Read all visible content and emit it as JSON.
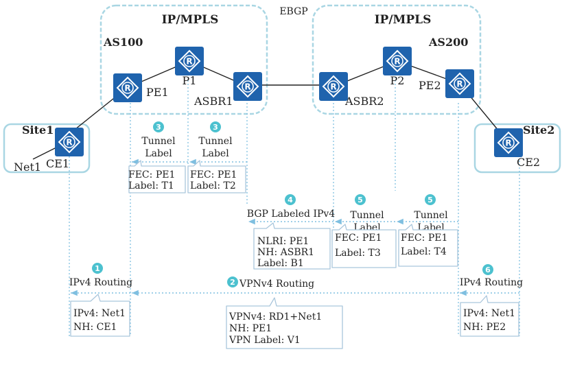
{
  "colors": {
    "router_fill": "#1f63ad",
    "router_mark": "#ffffff",
    "region_border": "#a9d6e3",
    "dotted": "#7fbfe0",
    "badge": "#4cc1cf",
    "box_border": "#a9c6dc"
  },
  "regions": {
    "as100_domain": "IP/MPLS",
    "as100_name": "AS100",
    "as200_domain": "IP/MPLS",
    "as200_name": "AS200",
    "ebgp": "EBGP",
    "site1": "Site1",
    "site2": "Site2"
  },
  "devices": {
    "ce1": "CE1",
    "pe1": "PE1",
    "p1": "P1",
    "asbr1": "ASBR1",
    "asbr2": "ASBR2",
    "p2": "P2",
    "pe2": "PE2",
    "ce2": "CE2",
    "net1": "Net1",
    "icon": "router-icon"
  },
  "steps": {
    "s1": {
      "num": "1",
      "label": "IPv4 Routing"
    },
    "s2": {
      "num": "2",
      "label": "VPNv4 Routing"
    },
    "s3a": {
      "num": "3",
      "line1": "Tunnel",
      "line2": "Label"
    },
    "s3b": {
      "num": "3",
      "line1": "Tunnel",
      "line2": "Label"
    },
    "s4": {
      "num": "4",
      "label": "BGP Labeled IPv4"
    },
    "s5a": {
      "num": "5",
      "line1": "Tunnel",
      "line2": "Label"
    },
    "s5b": {
      "num": "5",
      "line1": "Tunnel",
      "line2": "Label"
    },
    "s6": {
      "num": "6",
      "label": "IPv4 Routing"
    }
  },
  "boxes": {
    "fec_t1": {
      "line1": "FEC: PE1",
      "line2": "Label: T1"
    },
    "fec_t2": {
      "line1": "FEC: PE1",
      "line2": "Label: T2"
    },
    "nlri": {
      "line1": "NLRI: PE1",
      "line2": "NH: ASBR1",
      "line3": "Label: B1"
    },
    "fec_t3": {
      "line1": "FEC: PE1",
      "line2": "Label: T3"
    },
    "fec_t4": {
      "line1": "FEC: PE1",
      "line2": "Label: T4"
    },
    "ipv4_ce1": {
      "line1": "IPv4: Net1",
      "line2": "NH: CE1"
    },
    "vpnv4": {
      "line1": "VPNv4: RD1+Net1",
      "line2": "NH: PE1",
      "line3": "VPN Label: V1"
    },
    "ipv4_pe2": {
      "line1": "IPv4: Net1",
      "line2": "NH: PE2"
    }
  }
}
